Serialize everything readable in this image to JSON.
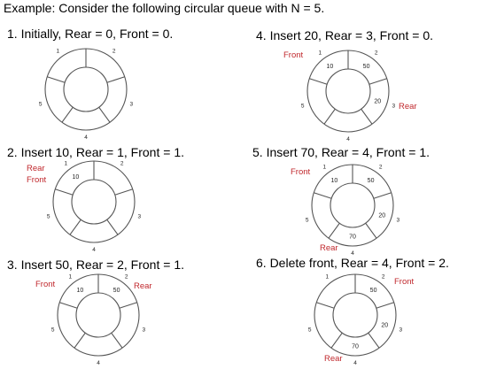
{
  "title": "Example: Consider the following circular queue with N = 5.",
  "colors": {
    "ring_stroke": "#555555",
    "pointer_label": "#c0282d"
  },
  "steps": [
    {
      "title": "1. Initially, Rear = 0, Front = 0.",
      "positions": [
        "1",
        "2",
        "3",
        "4",
        "5"
      ],
      "values": [
        "",
        "",
        "",
        "",
        ""
      ],
      "labels": []
    },
    {
      "title": "2. Insert 10, Rear = 1, Front = 1.",
      "positions": [
        "1",
        "2",
        "3",
        "4",
        "5"
      ],
      "values": [
        "10",
        "",
        "",
        "",
        ""
      ],
      "labels": [
        "Rear",
        "Front"
      ]
    },
    {
      "title": "3. Insert 50, Rear = 2, Front = 1.",
      "positions": [
        "1",
        "2",
        "3",
        "4",
        "5"
      ],
      "values": [
        "10",
        "50",
        "",
        "",
        ""
      ],
      "labels": [
        "Front",
        "Rear"
      ]
    },
    {
      "title": "4. Insert 20, Rear = 3, Front = 0.",
      "positions": [
        "1",
        "2",
        "3",
        "4",
        "5"
      ],
      "values": [
        "10",
        "50",
        "20",
        "",
        ""
      ],
      "labels": [
        "Front",
        "Rear"
      ]
    },
    {
      "title": "5. Insert 70, Rear = 4, Front = 1.",
      "positions": [
        "1",
        "2",
        "3",
        "4",
        "5"
      ],
      "values": [
        "10",
        "50",
        "20",
        "70",
        ""
      ],
      "labels": [
        "Front",
        "Rear"
      ]
    },
    {
      "title": "6. Delete front, Rear = 4, Front = 2.",
      "positions": [
        "1",
        "2",
        "3",
        "4",
        "5"
      ],
      "values": [
        "",
        "50",
        "20",
        "70",
        ""
      ],
      "labels": [
        "Front",
        "Rear"
      ]
    }
  ]
}
